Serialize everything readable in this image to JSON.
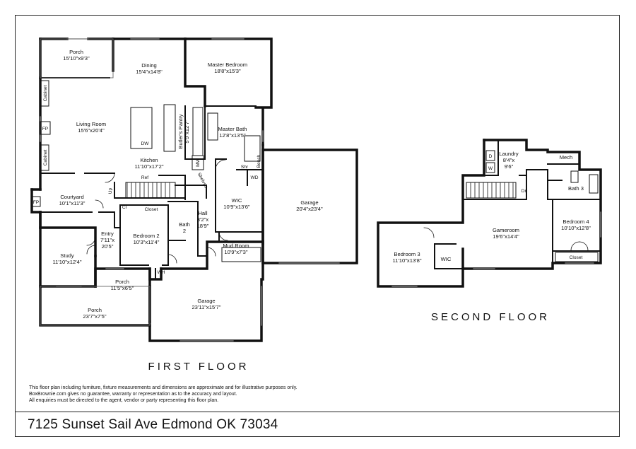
{
  "first_floor": {
    "title": "FIRST FLOOR",
    "rooms": {
      "porch_top": {
        "name": "Porch",
        "dims": "15'10\"x9'3\""
      },
      "dining": {
        "name": "Dining",
        "dims": "15'4\"x14'8\""
      },
      "master_bedroom": {
        "name": "Master Bedroom",
        "dims": "18'8\"x15'3\""
      },
      "living_room": {
        "name": "Living Room",
        "dims": "15'6\"x20'4\""
      },
      "kitchen": {
        "name": "Kitchen",
        "dims": "11'10\"x17'2\""
      },
      "butlers_pantry": {
        "name": "Butler's Pantry",
        "dims": "5'9\"x12'7\""
      },
      "master_bath": {
        "name": "Master Bath",
        "dims": "12'8\"x13'5\""
      },
      "garage_right": {
        "name": "Garage",
        "dims": "20'4\"x23'4\""
      },
      "courtyard": {
        "name": "Courtyard",
        "dims": "10'1\"x11'3\""
      },
      "wic": {
        "name": "WIC",
        "dims": "10'9\"x13'6\""
      },
      "hall": {
        "name": "Hall",
        "dims_1": "3'2\"x",
        "dims_2": "18'9\""
      },
      "bath2": {
        "name": "Bath",
        "num": "2"
      },
      "bedroom2": {
        "name": "Bedroom 2",
        "dims": "10'3\"x11'4\""
      },
      "entry": {
        "name": "Entry",
        "dims_1": "7'11\"x",
        "dims_2": "20'5\""
      },
      "study": {
        "name": "Study",
        "dims": "11'10\"x12'4\""
      },
      "mud_room": {
        "name": "Mud Room",
        "dims": "10'9\"x7'3\""
      },
      "porch_mid": {
        "name": "Porch",
        "dims": "11'5\"x6'5\""
      },
      "porch_bottom": {
        "name": "Porch",
        "dims": "23'7\"x7'5\""
      },
      "garage_bottom": {
        "name": "Garage",
        "dims": "23'11\"x15'7\""
      }
    },
    "fixtures": {
      "cabinet_top": "Cabinet",
      "cabinet_bottom": "Cabinet",
      "fp_living": "FP",
      "fp_courtyard": "FP",
      "dw": "DW",
      "ref": "Ref",
      "mw": "MW",
      "shelves": "Shelves",
      "shr": "Shr",
      "bench": "Bench",
      "wd": "WD",
      "up": "Up",
      "cl": "Cl",
      "closet": "Closet",
      "wh": "WH"
    }
  },
  "second_floor": {
    "title": "SECOND FLOOR",
    "rooms": {
      "laundry": {
        "name": "Laundry",
        "dims_1": "8'4\"x",
        "dims_2": "9'6\""
      },
      "mech": {
        "name": "Mech"
      },
      "bath3": {
        "name": "Bath 3"
      },
      "gameroom": {
        "name": "Gameroom",
        "dims": "19'6\"x14'4\""
      },
      "bedroom4": {
        "name": "Bedroom 4",
        "dims": "10'10\"x12'8\""
      },
      "bedroom3": {
        "name": "Bedroom 3",
        "dims": "11'10\"x13'8\""
      },
      "wic": {
        "name": "WIC"
      },
      "closet": {
        "name": "Closet"
      }
    },
    "fixtures": {
      "d": "D",
      "w": "W",
      "dn": "Dn"
    }
  },
  "disclaimer": [
    "This floor plan including furniture, fixture measurements and dimensions are approximate and for illustrative purposes only.",
    "BoxBrownie.com gives no guarantee, warranty or representation as to the accuracy and layout.",
    "All enquiries must be directed to the agent, vendor or party representing this floor plan."
  ],
  "address": "7125 Sunset Sail Ave Edmond OK 73034"
}
